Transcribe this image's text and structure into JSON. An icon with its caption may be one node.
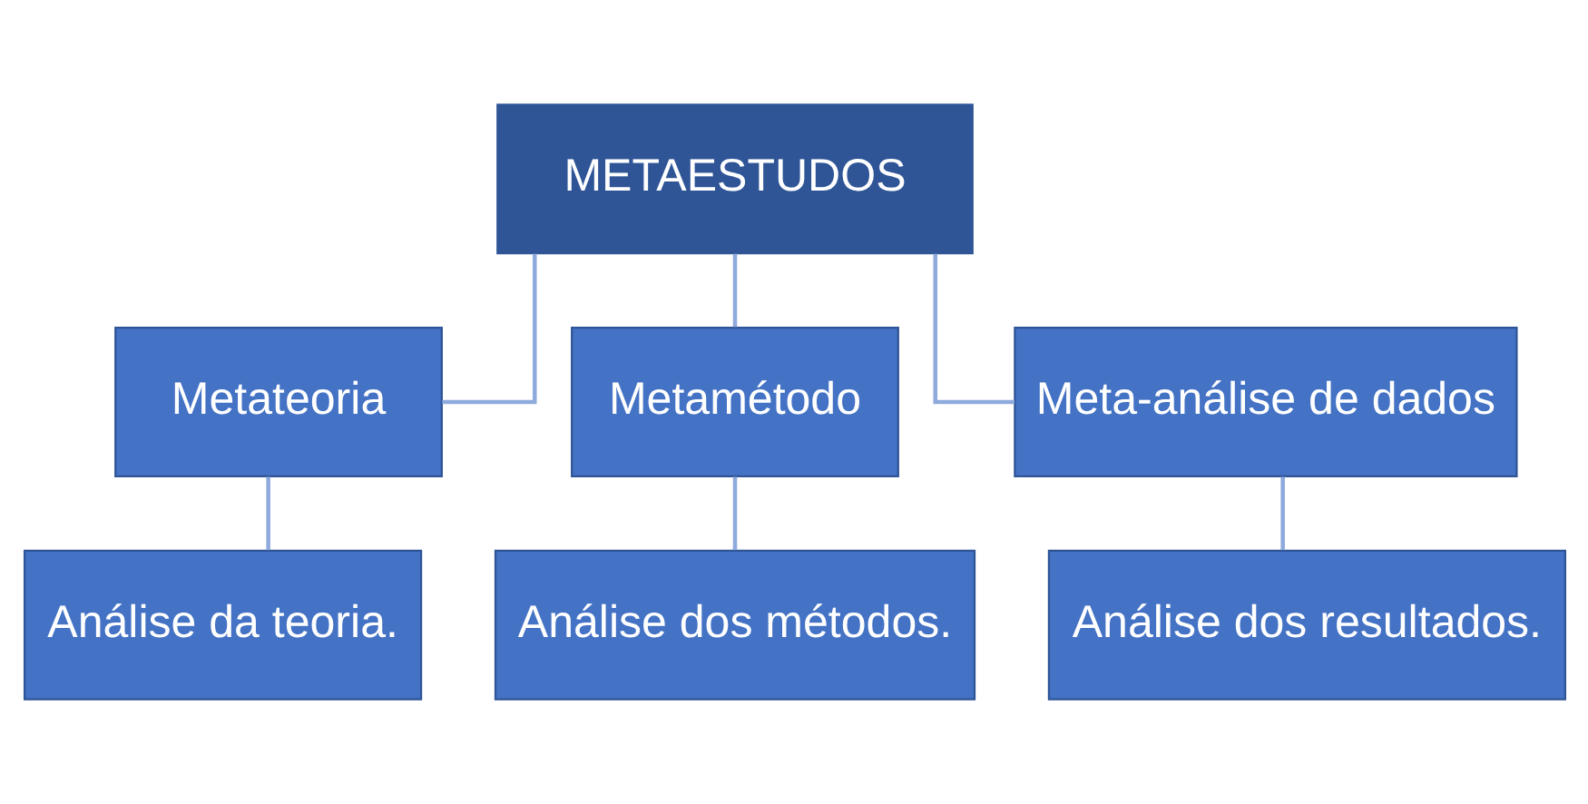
{
  "diagram": {
    "nodes": [
      {
        "text": [
          "METAESTUDOS"
        ]
      },
      {
        "text": [
          "Metateoria"
        ]
      },
      {
        "text": [
          "Metamétodo"
        ]
      },
      {
        "text": [
          "Meta-análise de dados"
        ]
      },
      {
        "text": [
          "Análise da teoria."
        ]
      },
      {
        "text": [
          "Análise dos métodos."
        ]
      },
      {
        "text": [
          "Análise dos resultados."
        ]
      }
    ],
    "edges": [
      {
        "from": 0,
        "to": 1,
        "arrow": "none"
      },
      {
        "from": 0,
        "to": 2,
        "arrow": "none"
      },
      {
        "from": 0,
        "to": 3,
        "arrow": "none"
      },
      {
        "from": 1,
        "to": 4,
        "arrow": "none"
      },
      {
        "from": 2,
        "to": 5,
        "arrow": "none"
      },
      {
        "from": 3,
        "to": 6,
        "arrow": "none"
      }
    ]
  }
}
